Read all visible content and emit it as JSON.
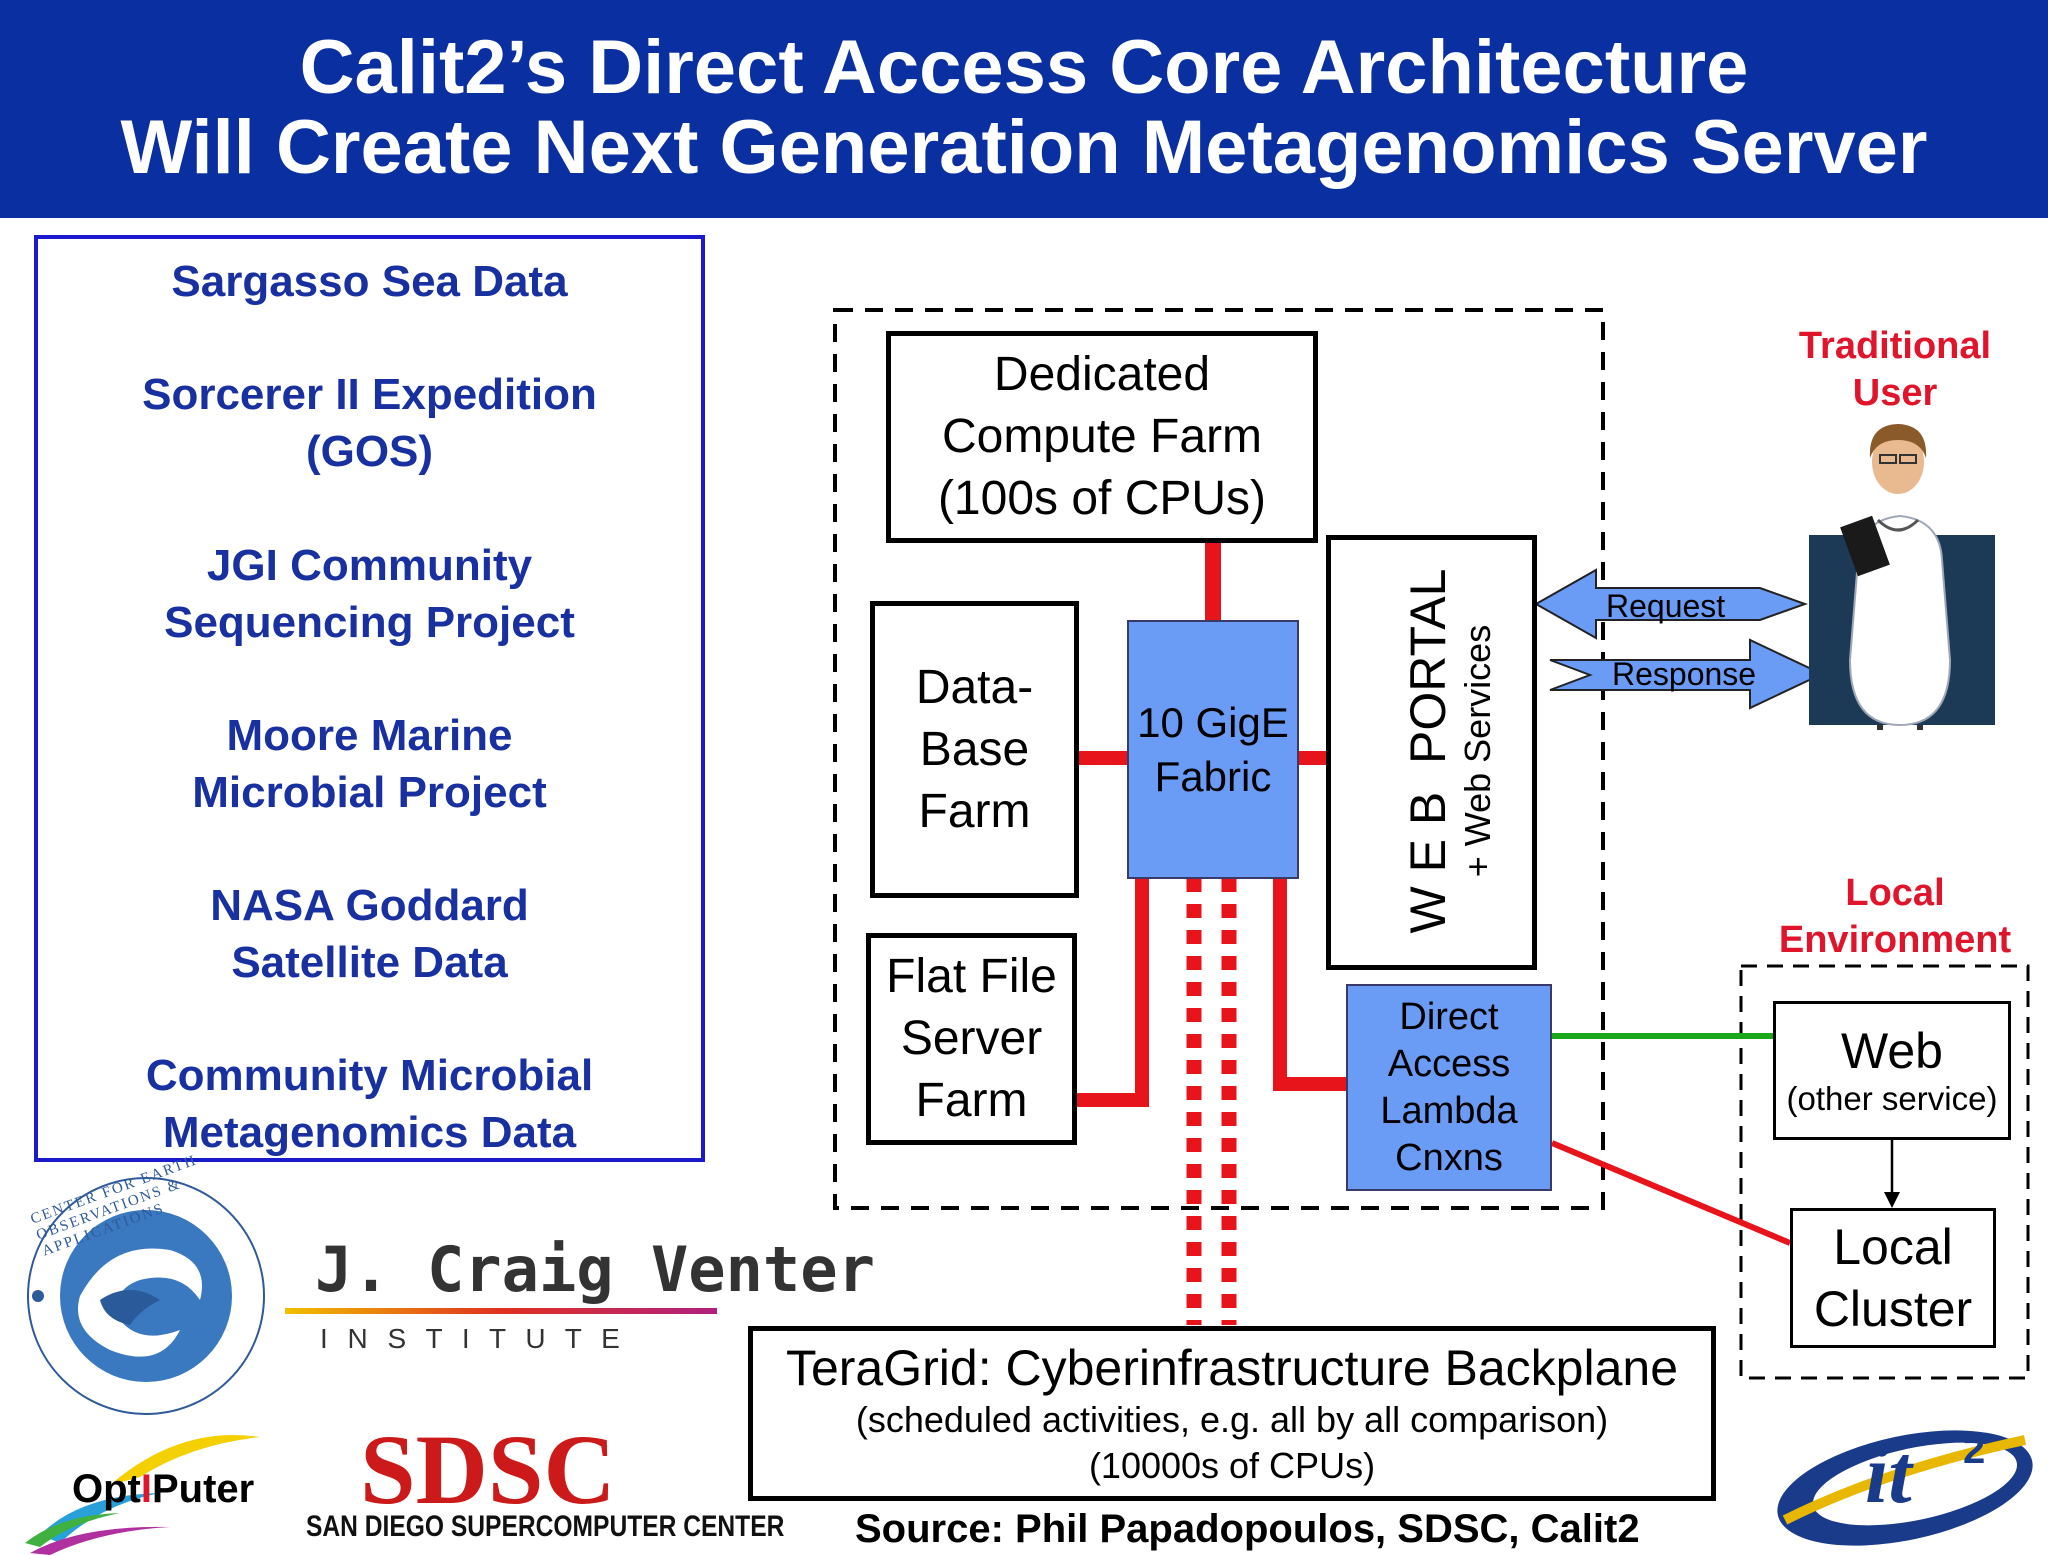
{
  "title": {
    "line1": "Calit2’s Direct Access Core Architecture",
    "line2": "Will Create Next Generation Metagenomics Server"
  },
  "projects": [
    {
      "lines": [
        "Sargasso Sea Data"
      ]
    },
    {
      "lines": [
        "Sorcerer II Expedition",
        "(GOS)"
      ]
    },
    {
      "lines": [
        "JGI Community",
        "Sequencing Project"
      ]
    },
    {
      "lines": [
        "Moore Marine",
        "Microbial Project"
      ]
    },
    {
      "lines": [
        "NASA Goddard",
        "Satellite Data"
      ]
    },
    {
      "lines": [
        "Community Microbial",
        "Metagenomics Data"
      ]
    }
  ],
  "compute_farm": {
    "l1": "Dedicated",
    "l2": "Compute Farm",
    "l3": "(100s of CPUs)"
  },
  "database_farm": {
    "l1": "Data-",
    "l2": "Base",
    "l3": "Farm"
  },
  "fabric": {
    "l1": "10 GigE",
    "l2": "Fabric"
  },
  "flat_file": {
    "l1": "Flat File",
    "l2": "Server",
    "l3": "Farm"
  },
  "web_portal": {
    "main": "W E B  PORTAL",
    "sub": "+ Web Services"
  },
  "direct_access": {
    "l1": "Direct",
    "l2": "Access",
    "l3": "Lambda",
    "l4": "Cnxns"
  },
  "arrows": {
    "request": "Request",
    "response": "Response"
  },
  "traditional_user": {
    "l1": "Traditional",
    "l2": "User"
  },
  "local_env": {
    "l1": "Local",
    "l2": "Environment"
  },
  "web_service": {
    "main": "Web",
    "sub": "(other service)"
  },
  "local_cluster": {
    "l1": "Local",
    "l2": "Cluster"
  },
  "teragrid": {
    "l1": "TeraGrid: Cyberinfrastructure Backplane",
    "l2": "(scheduled activities, e.g. all by all comparison)",
    "l3": "(10000s of CPUs)"
  },
  "source": "Source: Phil Papadopoulos, SDSC, Calit2",
  "logos": {
    "ceoa_ring": "CENTER FOR EARTH OBSERVATIONS & APPLICATIONS",
    "jcvi_name": "J. Craig Venter",
    "jcvi_institute": "I N S T I T U T E",
    "optiputer_a": "Opt",
    "optiputer_b": "I",
    "optiputer_c": "Puter",
    "sdsc": "SDSC",
    "sdsc_full": "SAN DIEGO SUPERCOMPUTER CENTER",
    "it2": "it"
  },
  "colors": {
    "header_bg": "#0a2fa0",
    "project_text": "#1830a0",
    "fabric_blue": "#6a9bf5",
    "link_red": "#e8141b",
    "link_green": "#1aa81a",
    "label_red": "#e0142a"
  }
}
